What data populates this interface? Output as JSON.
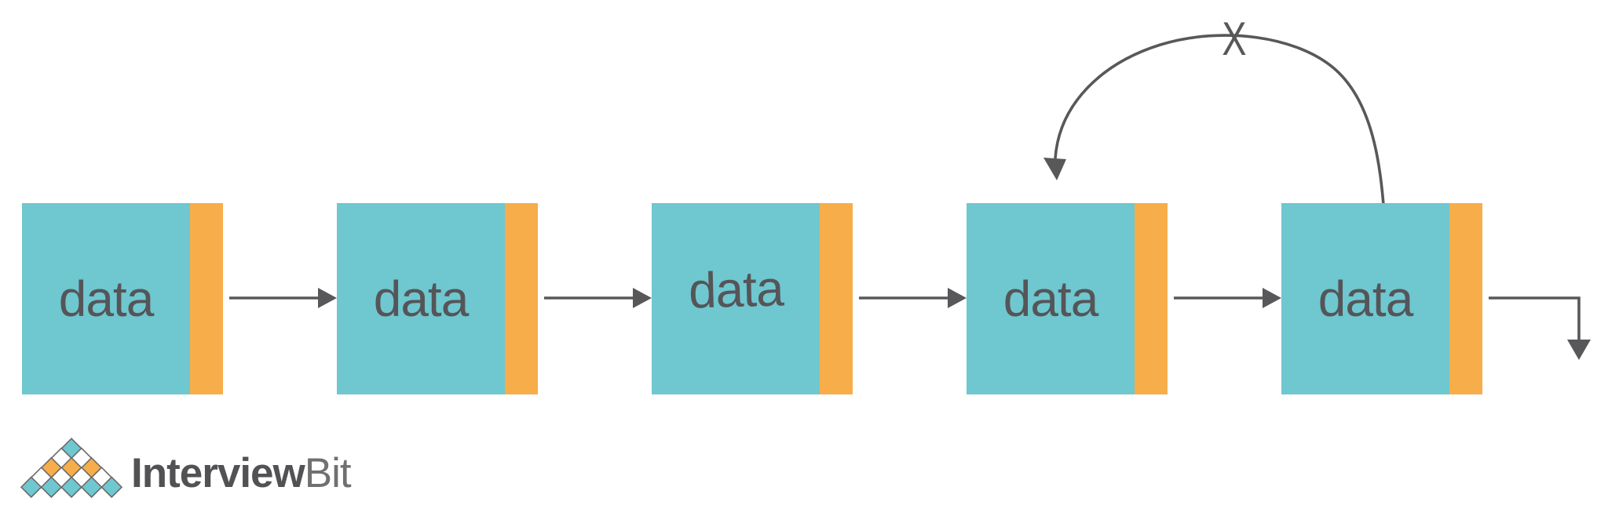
{
  "colors": {
    "teal": "#6FC7D0",
    "orange": "#F7AD4A",
    "arrow_gray": "#58585A",
    "text_gray": "#555558",
    "logo_text_dark": "#525255",
    "logo_text_light": "#707073",
    "diamond_border": "#6B6B6B",
    "white": "#FFFFFF"
  },
  "diagram": {
    "type": "linked-list",
    "nodes": [
      {
        "label": "data"
      },
      {
        "label": "data"
      },
      {
        "label": "data"
      },
      {
        "label": "data"
      },
      {
        "label": "data"
      }
    ],
    "x_mark": "X"
  },
  "logo": {
    "brand_bold": "Interview",
    "brand_light": "Bit"
  }
}
